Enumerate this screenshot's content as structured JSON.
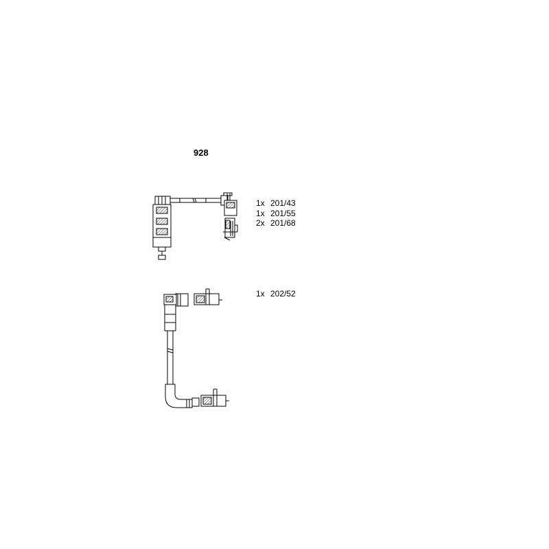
{
  "set_number": "928",
  "part_groups": [
    {
      "items": [
        {
          "qty": "1x",
          "part": "201/43"
        },
        {
          "qty": "1x",
          "part": "201/55"
        },
        {
          "qty": "2x",
          "part": "201/68"
        }
      ]
    },
    {
      "items": [
        {
          "qty": "1x",
          "part": "202/52"
        }
      ]
    }
  ]
}
